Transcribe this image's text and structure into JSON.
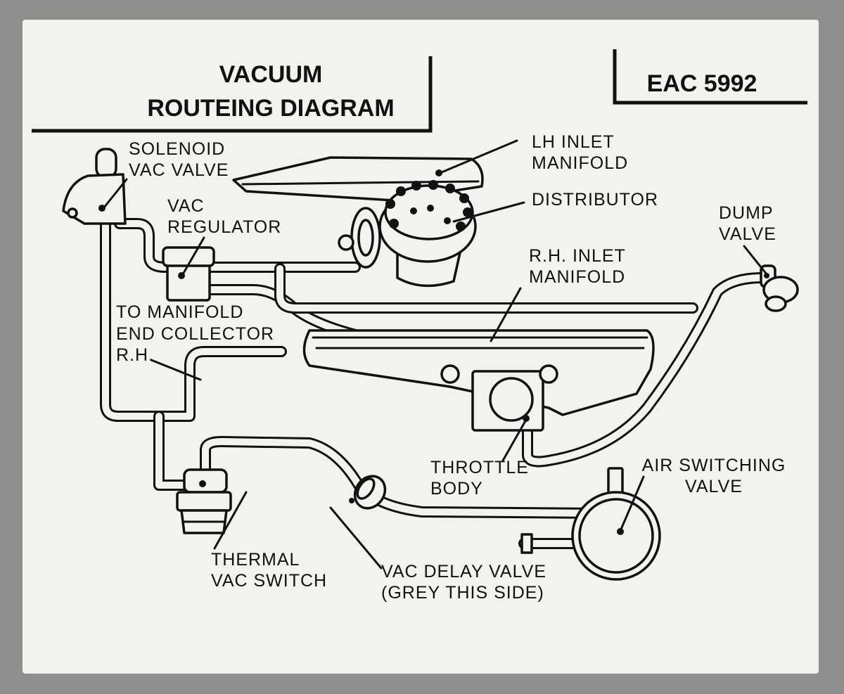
{
  "title": {
    "line1": "VACUUM",
    "line2": "ROUTEING DIAGRAM"
  },
  "code": "EAC 5992",
  "labels": {
    "solenoid_l1": "SOLENOID",
    "solenoid_l2": "VAC VALVE",
    "lh_inlet_l1": "LH INLET",
    "lh_inlet_l2": "MANIFOLD",
    "distributor": "DISTRIBUTOR",
    "vac_reg_l1": "VAC",
    "vac_reg_l2": "REGULATOR",
    "dump_l1": "DUMP",
    "dump_l2": "VALVE",
    "rh_inlet_l1": "R.H. INLET",
    "rh_inlet_l2": "MANIFOLD",
    "collector_l1": "TO MANIFOLD",
    "collector_l2": "END COLLECTOR",
    "collector_l3": "R.H.",
    "throttle_l1": "THROTTLE",
    "throttle_l2": "BODY",
    "air_switch_l1": "AIR SWITCHING",
    "air_switch_l2": "VALVE",
    "thermal_l1": "THERMAL",
    "thermal_l2": "VAC SWITCH",
    "delay_l1": "VAC DELAY VALVE",
    "delay_l2": "(GREY THIS SIDE)"
  },
  "colors": {
    "card": "#f2f2ee",
    "ink": "#111111",
    "background": "#8f8f8d"
  }
}
